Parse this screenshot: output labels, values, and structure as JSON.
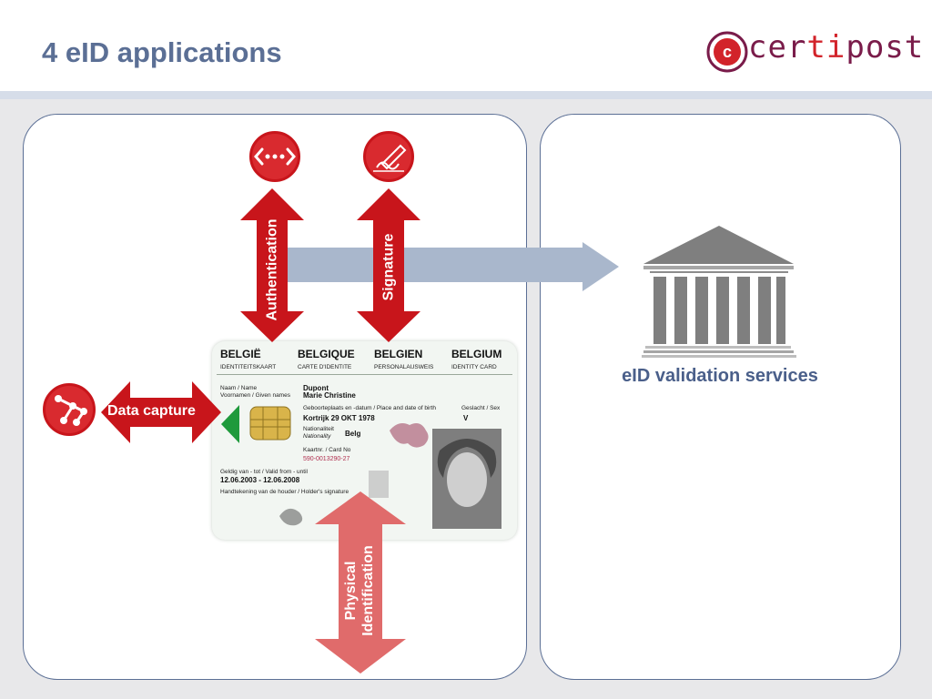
{
  "slide": {
    "title": "4 eID applications"
  },
  "logo": {
    "text_part1": "cer",
    "text_part2": "ti",
    "text_part3": "post",
    "letter": "c"
  },
  "arrows": {
    "authentication": "Authentication",
    "signature": "Signature",
    "data_capture": "Data capture",
    "physical_line1": "Physical",
    "physical_line2": "Identification"
  },
  "validation": {
    "label": "eID validation services"
  },
  "card": {
    "countries": [
      "BELGIË",
      "BELGIQUE",
      "BELGIEN",
      "BELGIUM"
    ],
    "doc_types": [
      "IDENTITEITSKAART",
      "CARTE D'IDENTITE",
      "PERSONALAUSWEIS",
      "IDENTITY CARD"
    ],
    "name_label": "Naam / Name",
    "name_value": "Dupont",
    "given_label": "Voornamen / Given names",
    "given_value": "Marie Christine",
    "birth_label": "Geboorteplaats en -datum / Place and date of birth",
    "birth_value": "Kortrijk  29 OKT  1978",
    "sex_label": "Geslacht / Sex",
    "sex_value": "V",
    "nationality_label1": "Nationaliteit",
    "nationality_label2": "Nationality",
    "nationality_value": "Belg",
    "cardno_label": "Kaartnr. / Card No",
    "cardno_value": "590-0013290-27",
    "valid_label": "Geldig van - tot / Valid from - until",
    "valid_value": "12.06.2003 - 12.06.2008",
    "signature_label": "Handtekening van de houder / Holder's signature"
  },
  "colors": {
    "title": "#5b6f95",
    "arrow_red": "#c8151b",
    "arrow_pink": "#e06b6b",
    "flow_arrow": "#a9b7cc",
    "building": "#7f7f7f",
    "panel_border": "#5b6f95"
  },
  "icons": {
    "auth": "network-dots-icon",
    "signature": "pen-signature-icon",
    "data_capture": "molecule-icon",
    "validation": "bank-building-icon"
  }
}
